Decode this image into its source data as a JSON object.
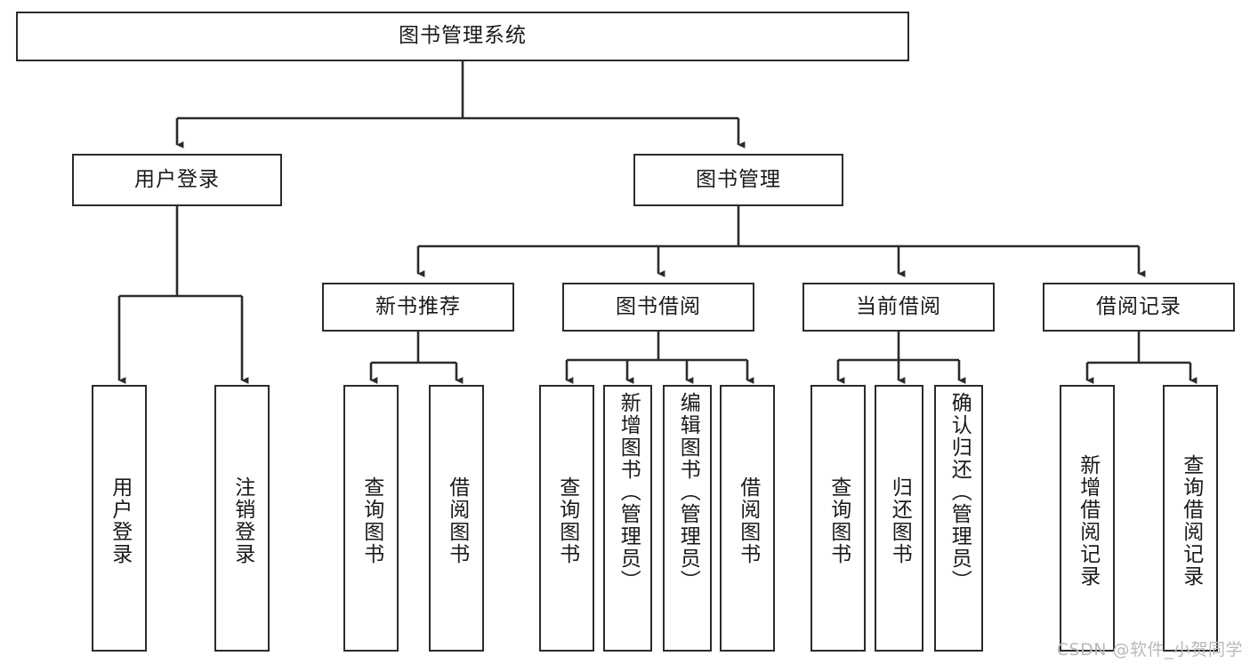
{
  "diagram": {
    "title": "图书管理系统",
    "type": "tree",
    "watermark": "CSDN @软件_小贺同学",
    "colors": {
      "box_border": "#2b2b2b",
      "box_fill": "#ffffff",
      "edge": "#2b2b2b",
      "text": "#1a1a1a",
      "watermark": "#b9b9b9"
    },
    "root": {
      "label": "图书管理系统"
    },
    "level2": [
      {
        "label": "用户登录"
      },
      {
        "label": "图书管理"
      }
    ],
    "level3": [
      {
        "label": "新书推荐"
      },
      {
        "label": "图书借阅"
      },
      {
        "label": "当前借阅"
      },
      {
        "label": "借阅记录"
      }
    ],
    "leaves": {
      "user_login": [
        {
          "label": "用户登录"
        },
        {
          "label": "注销登录"
        }
      ],
      "new_book": [
        {
          "label": "查询图书"
        },
        {
          "label": "借阅图书"
        }
      ],
      "book_borrow": [
        {
          "label": "查询图书"
        },
        {
          "label": "新增图书（管理员）"
        },
        {
          "label": "编辑图书（管理员）"
        },
        {
          "label": "借阅图书"
        }
      ],
      "current_borrow": [
        {
          "label": "查询图书"
        },
        {
          "label": "归还图书"
        },
        {
          "label": "确认归还（管理员）"
        }
      ],
      "borrow_record": [
        {
          "label": "新增借阅记录"
        },
        {
          "label": "查询借阅记录"
        }
      ]
    }
  }
}
